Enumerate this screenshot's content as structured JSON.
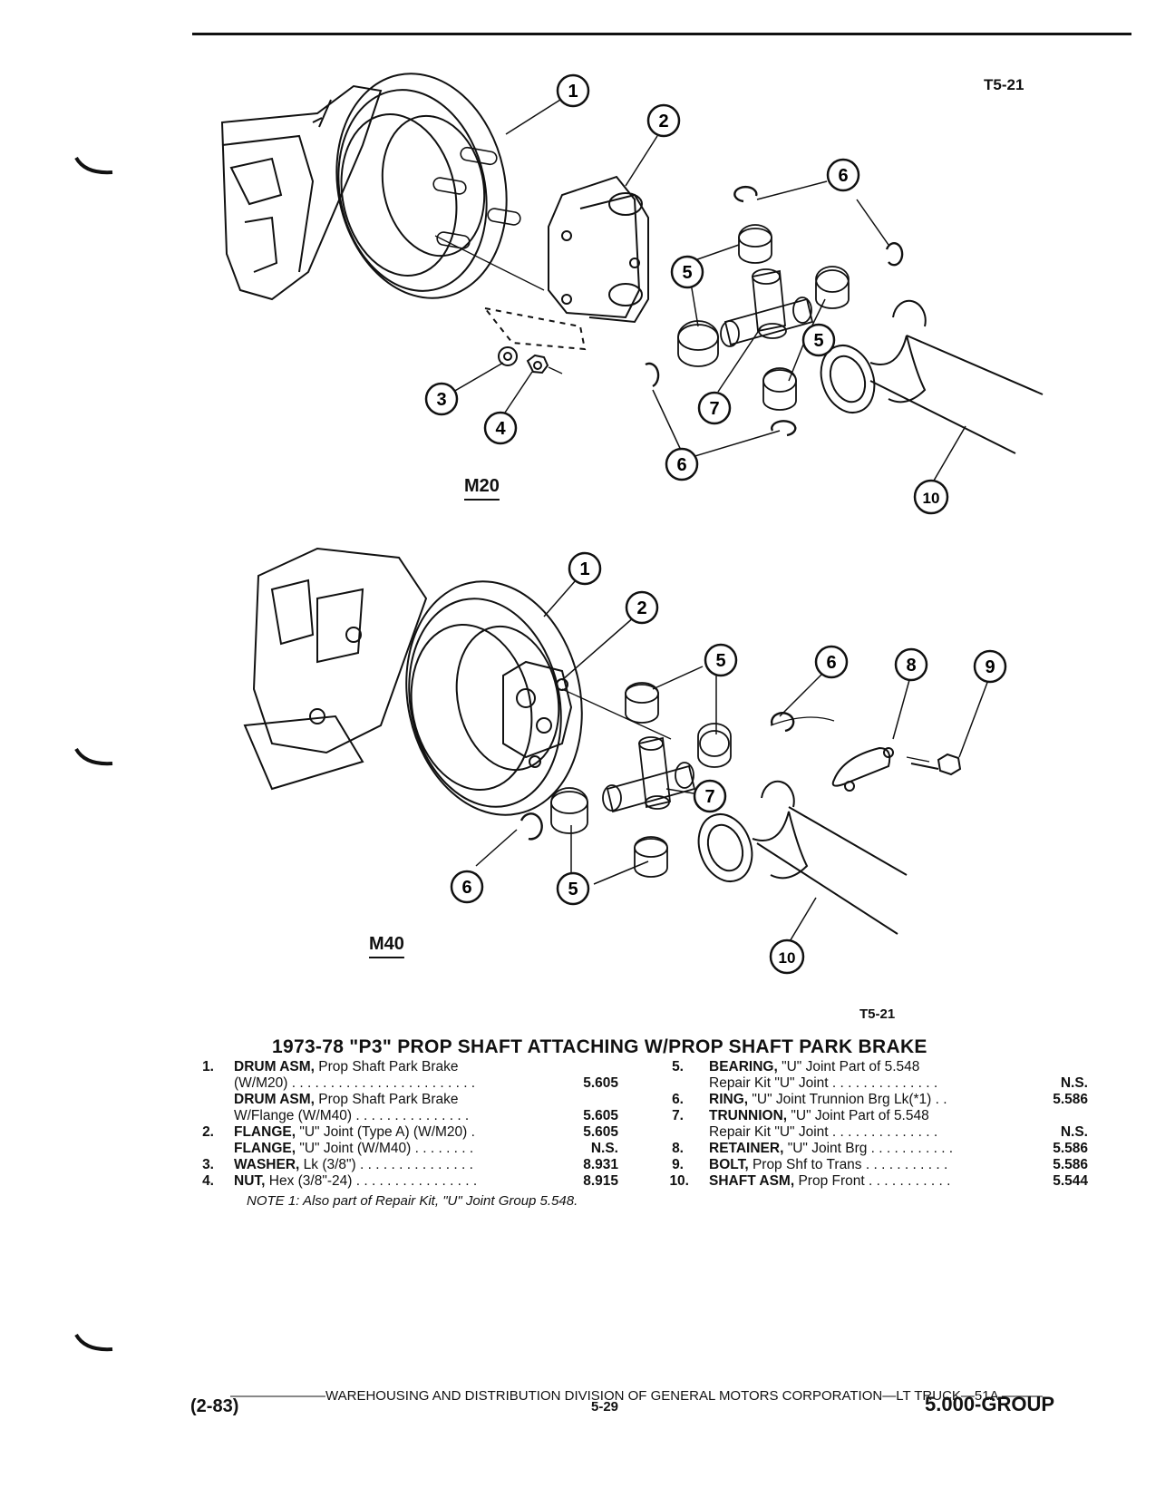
{
  "figure": {
    "id_top": "T5-21",
    "id_bottom": "T5-21",
    "m20_label": "M20",
    "m40_label": "M40",
    "callouts_m20": [
      "1",
      "2",
      "6",
      "5",
      "5",
      "3",
      "4",
      "7",
      "6",
      "10"
    ],
    "callouts_m40": [
      "1",
      "2",
      "5",
      "6",
      "8",
      "9",
      "7",
      "6",
      "5",
      "10"
    ]
  },
  "title": "1973-78 \"P3\" PROP SHAFT ATTACHING W/PROP SHAFT PARK BRAKE",
  "parts_left": [
    {
      "num": "1.",
      "name": "DRUM ASM,",
      "rest": "Prop Shaft Park Brake",
      "value": ""
    },
    {
      "num": "",
      "name": "",
      "rest": "(W/M20) . . . . . . . . . . . . . . . . . . . . . . . .",
      "value": "5.605"
    },
    {
      "num": "",
      "name": "DRUM ASM,",
      "rest": "Prop Shaft Park Brake",
      "value": ""
    },
    {
      "num": "",
      "name": "",
      "rest": "W/Flange (W/M40) . . . . . . . . . . . . . . .",
      "value": "5.605"
    },
    {
      "num": "2.",
      "name": "FLANGE,",
      "rest": "\"U\" Joint (Type A) (W/M20) .",
      "value": "5.605"
    },
    {
      "num": "",
      "name": "FLANGE,",
      "rest": "\"U\" Joint (W/M40) . . . . . . . .",
      "value": "N.S."
    },
    {
      "num": "3.",
      "name": "WASHER,",
      "rest": "Lk (3/8\") . . . . . . . . . . . . . . .",
      "value": "8.931"
    },
    {
      "num": "4.",
      "name": "NUT,",
      "rest": "Hex (3/8\"-24) . . . . . . . . . . . . . . . .",
      "value": "8.915"
    }
  ],
  "parts_right": [
    {
      "num": "5.",
      "name": "BEARING,",
      "rest": "\"U\" Joint Part of 5.548",
      "value": ""
    },
    {
      "num": "",
      "name": "",
      "rest": "Repair Kit \"U\" Joint . . . . . . . . . . . . . .",
      "value": "N.S."
    },
    {
      "num": "6.",
      "name": "RING,",
      "rest": "\"U\" Joint Trunnion Brg Lk(*1) . .",
      "value": "5.586"
    },
    {
      "num": "7.",
      "name": "TRUNNION,",
      "rest": "\"U\" Joint Part of 5.548",
      "value": ""
    },
    {
      "num": "",
      "name": "",
      "rest": "Repair Kit \"U\" Joint . . . . . . . . . . . . . .",
      "value": "N.S."
    },
    {
      "num": "8.",
      "name": "RETAINER,",
      "rest": "\"U\" Joint Brg . . . . . . . . . . .",
      "value": "5.586"
    },
    {
      "num": "9.",
      "name": "BOLT,",
      "rest": "Prop Shf to Trans . . . . . . . . . . .",
      "value": "5.586"
    },
    {
      "num": "10.",
      "name": "SHAFT ASM,",
      "rest": "Prop Front . . . . . . . . . . .",
      "value": "5.544"
    }
  ],
  "note": "NOTE 1: Also part of Repair Kit, \"U\" Joint Group 5.548.",
  "footer": {
    "line": "———————WAREHOUSING AND DISTRIBUTION  DIVISION OF GENERAL MOTORS CORPORATION—LT TRUCK—51A  ———",
    "date": "(2-83)",
    "page": "5-29",
    "group": "5.000-GROUP"
  }
}
